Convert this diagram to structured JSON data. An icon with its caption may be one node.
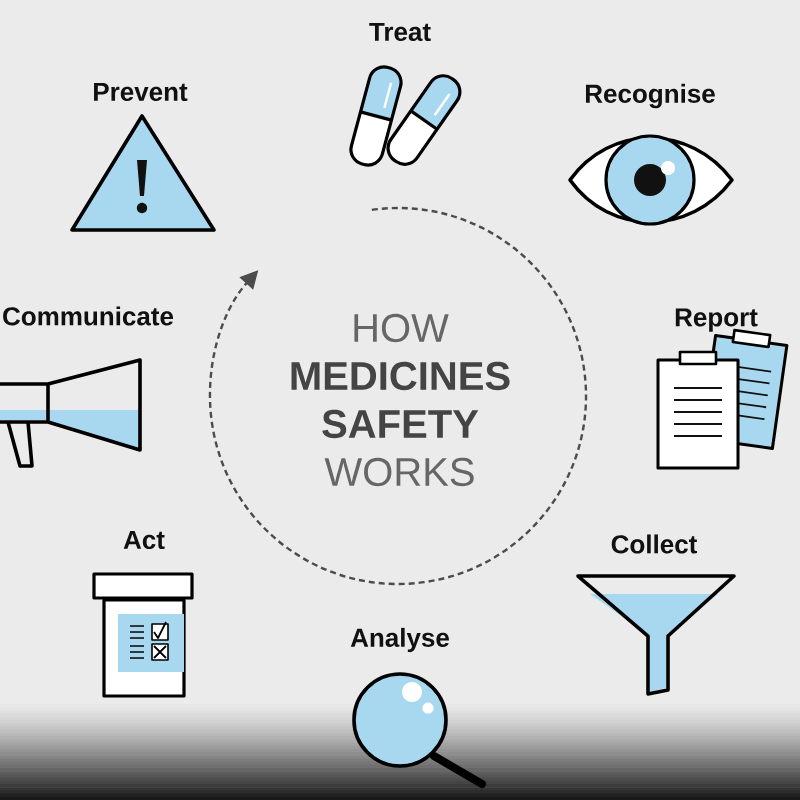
{
  "diagram": {
    "title": "HOW **MEDICINES SAFETY** WORKS",
    "nodes": [
      {
        "text": [
          "Treat"
        ]
      },
      {
        "text": [
          "Prevent"
        ]
      },
      {
        "text": [
          "Recognise"
        ]
      },
      {
        "text": [
          "Communicate"
        ]
      },
      {
        "text": [
          "Report"
        ]
      },
      {
        "text": [
          "Act"
        ]
      },
      {
        "text": [
          "Collect"
        ]
      },
      {
        "text": [
          "Analyse"
        ]
      }
    ]
  }
}
